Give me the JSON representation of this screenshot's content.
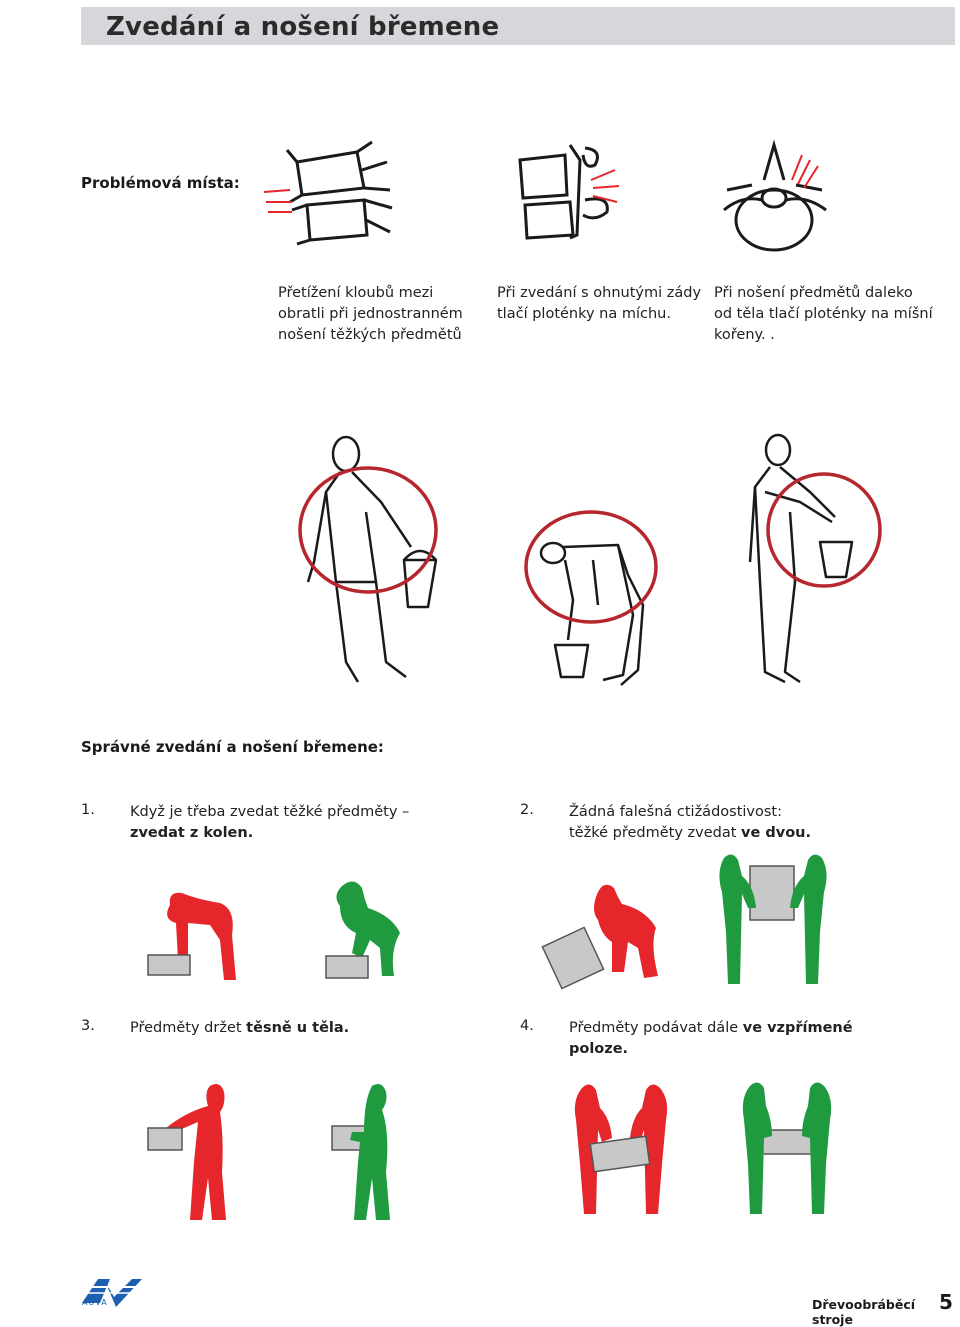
{
  "header": {
    "title": "Zvedání a nošení břemene"
  },
  "problems": {
    "label": "Problémová místa:",
    "captions": [
      [
        "Přetížení kloubů mezi",
        "obratli při jednostranném",
        "nošení těžkých předmětů"
      ],
      [
        "Při zvedání s ohnutými zády",
        "tlačí ploténky na míchu."
      ],
      [
        "Při nošení předmětů daleko",
        "od těla tlačí ploténky na míšní",
        "kořeny. ."
      ]
    ]
  },
  "correct": {
    "label": "Správné zvedání a nošení břemene:",
    "steps": [
      {
        "num": "1.",
        "line1": "Když je třeba zvedat těžké předměty –",
        "line2": "zvedat z kolen."
      },
      {
        "num": "2.",
        "line1": "Žádná falešná ctižádostivost:",
        "line2_pre": "těžké předměty zvedat ",
        "line2_bold": "ve dvou."
      },
      {
        "num": "3.",
        "line1_pre": "Předměty držet ",
        "line1_bold": "těsně u těla."
      },
      {
        "num": "4.",
        "line1_pre": "Předměty podávat dále ",
        "line1_bold": "ve vzpřímené",
        "line2": "poloze."
      }
    ]
  },
  "colors": {
    "wrong": "#e5262a",
    "right": "#1f9a3f",
    "circle": "#b5262d",
    "box": "#c8c8c8",
    "logo": "#1e5fb0"
  },
  "footer": {
    "logo_text": "AUVA",
    "doc_title": "Dřevoobráběcí stroje",
    "page_number": "5"
  }
}
